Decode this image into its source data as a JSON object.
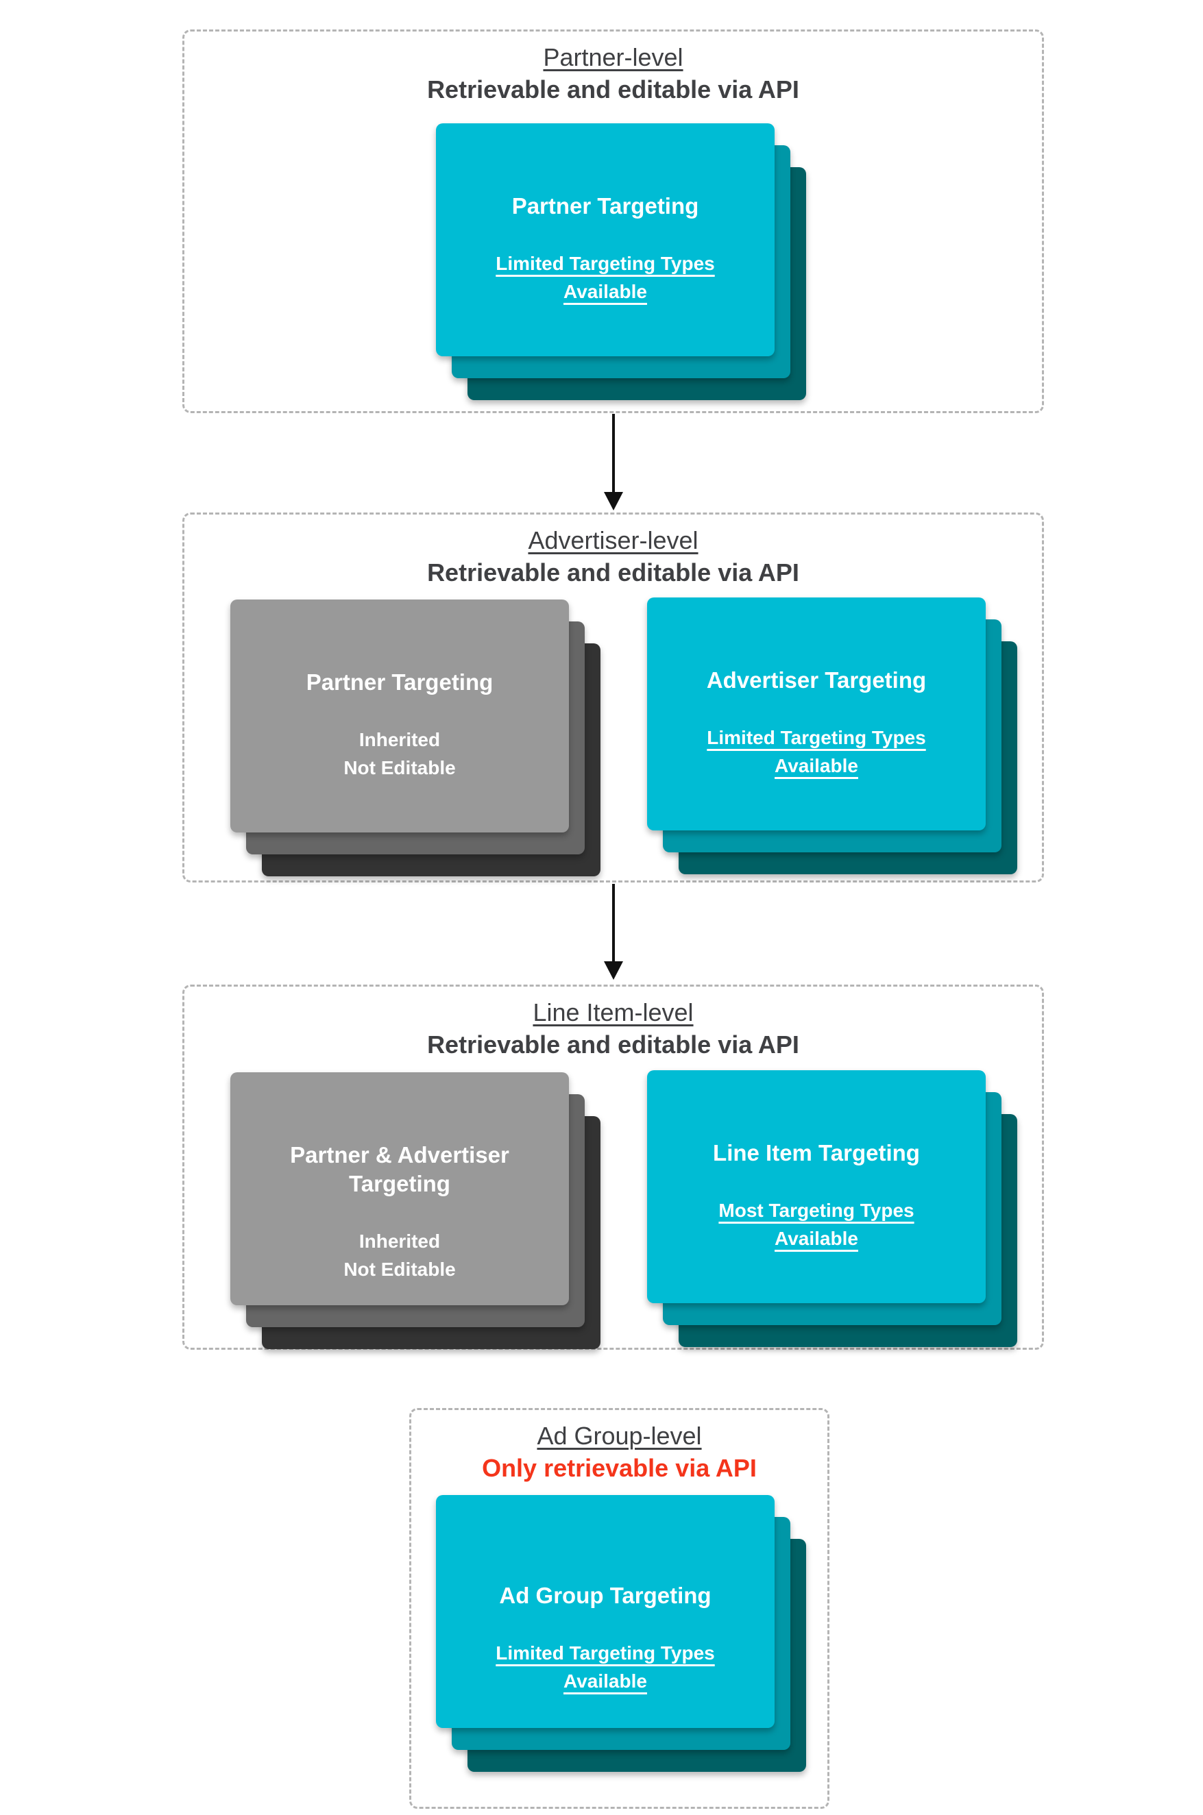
{
  "colors": {
    "cyan_front": "#00BCD4",
    "cyan_mid": "#0097A7",
    "cyan_back": "#006064",
    "gray_front": "#999999",
    "gray_mid": "#666666",
    "gray_back": "#333333",
    "header_text": "#3F4043",
    "alert_red": "#F4351B",
    "border_gray": "#B4B4B4",
    "arrow_black": "#111111",
    "card_text": "#FFFFFF"
  },
  "sections": [
    {
      "title": "Partner-level",
      "subtitle": "Retrievable and editable via API",
      "stacks": [
        {
          "variant": "cyan",
          "title": "Partner Targeting",
          "body_lines": [
            "Limited Targeting Types",
            "Available"
          ]
        }
      ]
    },
    {
      "title": "Advertiser-level",
      "subtitle": "Retrievable and editable via API",
      "stacks": [
        {
          "variant": "gray",
          "title": "Partner Targeting",
          "body_lines": [
            "Inherited",
            "Not Editable"
          ]
        },
        {
          "variant": "cyan",
          "title": "Advertiser Targeting",
          "body_lines": [
            "Limited Targeting Types",
            "Available"
          ]
        }
      ]
    },
    {
      "title": "Line Item-level",
      "subtitle": "Retrievable and editable via API",
      "stacks": [
        {
          "variant": "gray",
          "title": "Partner & Advertiser Targeting",
          "body_lines": [
            "Inherited",
            "Not Editable"
          ]
        },
        {
          "variant": "cyan",
          "title": "Line Item Targeting",
          "body_lines": [
            "Most Targeting Types",
            "Available"
          ]
        }
      ]
    },
    {
      "title": "Ad Group-level",
      "subtitle": "Only retrievable via API",
      "stacks": [
        {
          "variant": "cyan",
          "title": "Ad Group Targeting",
          "body_lines": [
            "Limited Targeting Types",
            "Available"
          ]
        }
      ]
    }
  ]
}
